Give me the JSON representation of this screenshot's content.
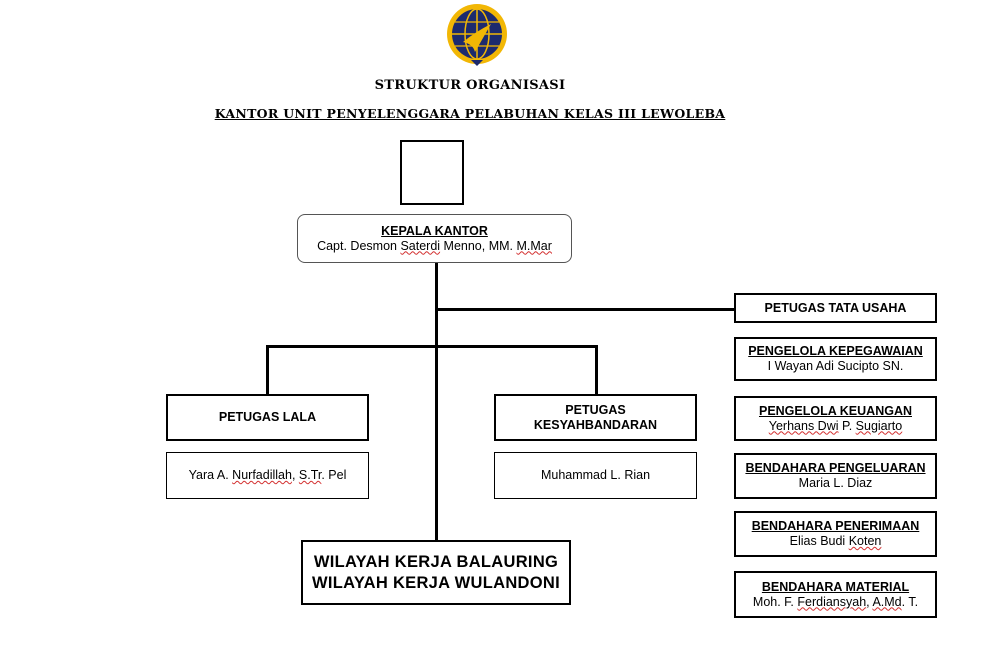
{
  "header": {
    "title": "STRUKTUR ORGANISASI",
    "subtitle": "KANTOR UNIT PENYELENGGARA PELABUHAN KELAS III LEWOLEBA"
  },
  "logo": {
    "icon": "ministry-of-transportation-emblem-icon",
    "colors": [
      "#1c2a6e",
      "#f2b705"
    ]
  },
  "kepala": {
    "title": "KEPALA KANTOR",
    "name_before": "Capt. Desmon ",
    "name_flagged": "Saterdi",
    "name_mid": " Menno, MM. ",
    "name_flagged2": "M.Mar"
  },
  "tata_usaha": {
    "title": "PETUGAS TATA USAHA"
  },
  "right_units": [
    {
      "title": "PENGELOLA KEPEGAWAIAN",
      "name": "I Wayan Adi Sucipto SN."
    },
    {
      "title": "PENGELOLA KEUANGAN",
      "name_before": "",
      "name_flagged": "Yerhans Dwi",
      "name_after": " P. ",
      "name_flagged2": "Sugiarto"
    },
    {
      "title": "BENDAHARA PENGELUARAN",
      "name": "Maria L. Diaz"
    },
    {
      "title": "BENDAHARA PENERIMAAN",
      "name_before": "Elias Budi ",
      "name_flagged": "Koten"
    },
    {
      "title": "BENDAHARA MATERIAL",
      "name_before": "Moh. F. ",
      "name_flagged": "Ferdiansyah",
      "name_after": ", ",
      "name_flagged2": "A.Md",
      "name_end": ". T."
    }
  ],
  "lala": {
    "title": "PETUGAS LALA",
    "name_before": "Yara A. ",
    "name_flagged": "Nurfadillah",
    "name_mid": ", ",
    "name_flagged2": "S.Tr",
    "name_end": ". Pel"
  },
  "kesyahbandaran": {
    "title_line1": "PETUGAS",
    "title_line2": "KESYAHBANDARAN",
    "name": "Muhammad L. Rian"
  },
  "wilayah": {
    "line1": "WILAYAH KERJA BALAURING",
    "line2": "WILAYAH KERJA WULANDONI"
  }
}
